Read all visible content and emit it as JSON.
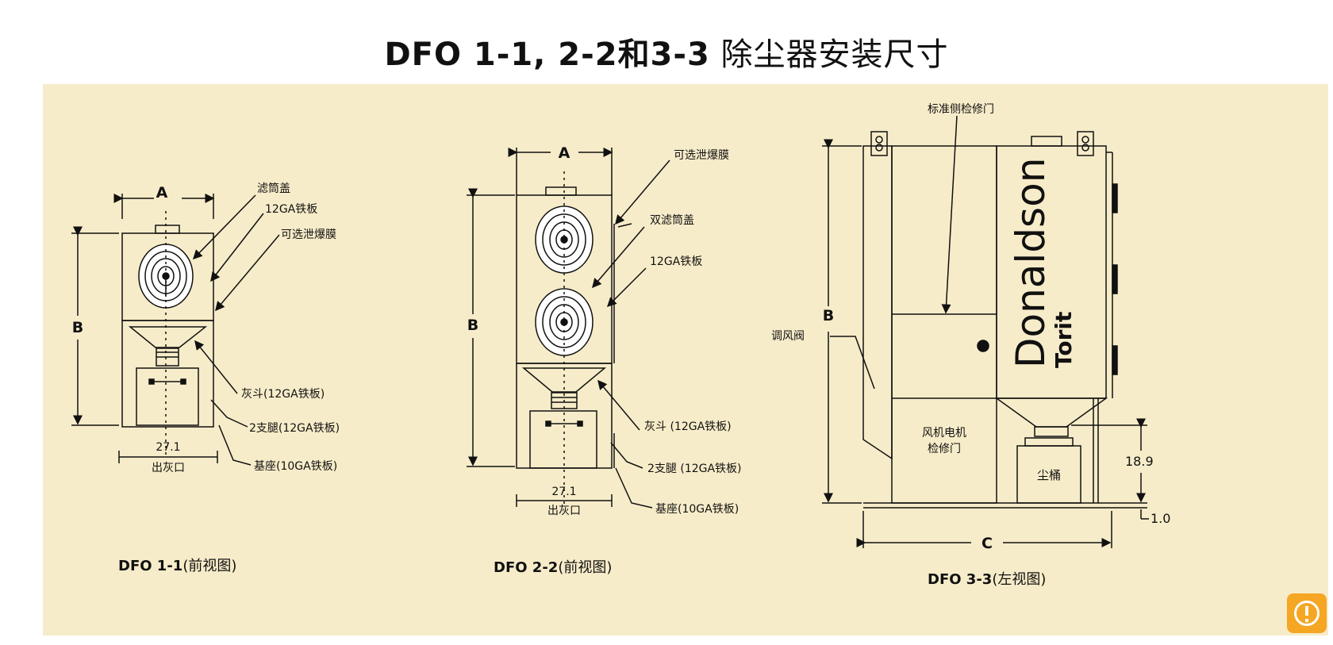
{
  "title": {
    "prefix": "DFO  1-1, 2-2和3-3",
    "suffix": " 除尘器安装尺寸"
  },
  "colors": {
    "panel": "#f7ecc9",
    "line": "#111111",
    "fab": "#f5a623"
  },
  "dfo11": {
    "dim_a": "A",
    "dim_b": "B",
    "dim_width": "27.1",
    "outlet": "出灰口",
    "callouts": [
      "滤筒盖",
      "12GA铁板",
      "可选泄爆膜",
      "灰斗(12GA铁板)",
      "2支腿(12GA铁板)",
      "基座(10GA铁板)"
    ],
    "caption_bold": "DFO 1-1",
    "caption_view": "(前视图)"
  },
  "dfo22": {
    "dim_a": "A",
    "dim_b": "B",
    "dim_width": "27.1",
    "outlet": "出灰口",
    "callouts": [
      "可选泄爆膜",
      "双滤筒盖",
      "12GA铁板",
      "灰斗 (12GA铁板)",
      "2支腿 (12GA铁板)",
      "基座(10GA铁板)"
    ],
    "caption_bold": "DFO 2-2",
    "caption_view": "(前视图)"
  },
  "dfo33": {
    "dim_b": "B",
    "dim_c": "C",
    "dim_height": "18.9",
    "dim_base": "1.0",
    "door_top": "标准侧检修门",
    "damper": "调风阀",
    "fan_door": "风机电机检修门",
    "fan_door_line1": "风机电机",
    "fan_door_line2": "检修门",
    "bin": "尘桶",
    "brand_main": "Donaldson",
    "brand_sub": "Torit",
    "caption_bold": "DFO 3-3",
    "caption_view": "(左视图)"
  },
  "info_button_icon": "info-icon"
}
